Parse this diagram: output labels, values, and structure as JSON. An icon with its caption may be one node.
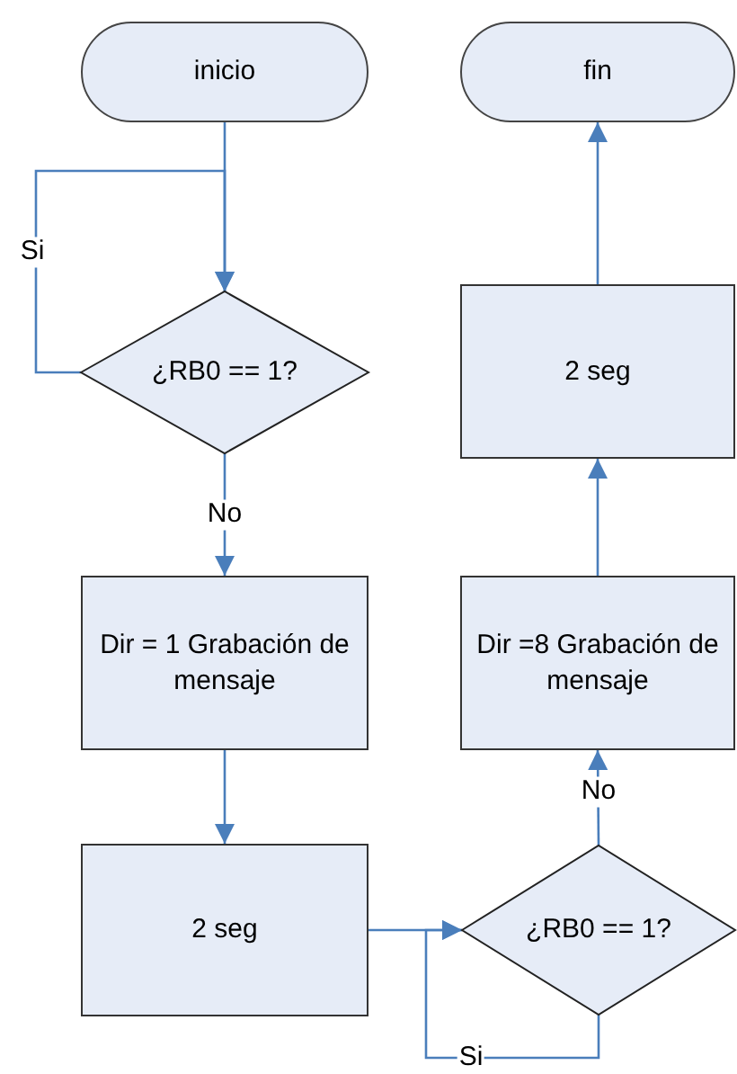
{
  "diagram": {
    "nodes": [
      {
        "text": [
          "inicio"
        ]
      },
      {
        "text": [
          "¿RB0 == 1?"
        ]
      },
      {
        "text": [
          "Dir = 1 Grabación de mensaje"
        ]
      },
      {
        "text": [
          "2 seg"
        ]
      },
      {
        "text": [
          "¿RB0 == 1?"
        ]
      },
      {
        "text": [
          "Dir =8 Grabación de mensaje"
        ]
      },
      {
        "text": [
          "2 seg"
        ]
      },
      {
        "text": [
          "fin"
        ]
      }
    ],
    "edges": [
      {
        "from": 0,
        "to": 1,
        "arrow": "to"
      },
      {
        "from": 1,
        "to": 1,
        "arrow": "to",
        "label": "Si"
      },
      {
        "from": 1,
        "to": 2,
        "arrow": "to",
        "label": "No"
      },
      {
        "from": 2,
        "to": 3,
        "arrow": "to"
      },
      {
        "from": 3,
        "to": 4,
        "arrow": "to"
      },
      {
        "from": 4,
        "to": 4,
        "arrow": "to",
        "label": "Si"
      },
      {
        "from": 4,
        "to": 5,
        "arrow": "to",
        "label": "No"
      },
      {
        "from": 5,
        "to": 6,
        "arrow": "to"
      },
      {
        "from": 6,
        "to": 7,
        "arrow": "to"
      }
    ]
  }
}
